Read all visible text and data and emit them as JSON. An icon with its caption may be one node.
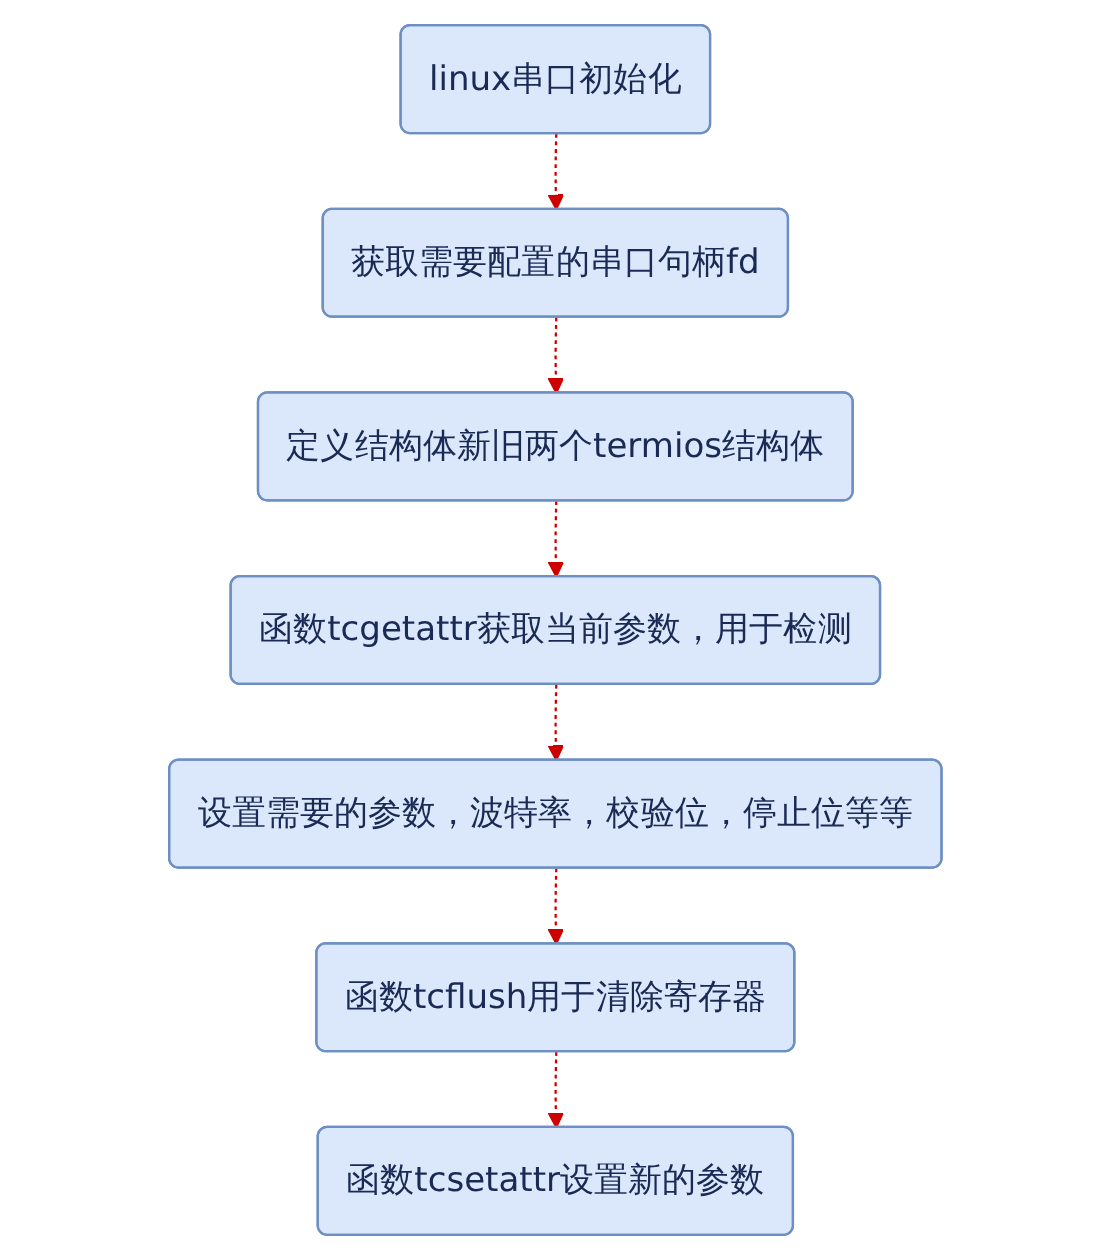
{
  "diagram": {
    "nodes": [
      {
        "text": [
          "linux串口初始化"
        ]
      },
      {
        "text": [
          "获取需要配置的串口句柄fd"
        ]
      },
      {
        "text": [
          "定义结构体新旧两个termios结构体"
        ]
      },
      {
        "text": [
          "函数tcgetattr获取当前参数，用于检测"
        ]
      },
      {
        "text": [
          "设置需要的参数，波特率，校验位，停止位等等"
        ]
      },
      {
        "text": [
          "函数tcflush用于清除寄存器"
        ]
      },
      {
        "text": [
          "函数tcsetattr设置新的参数"
        ]
      }
    ],
    "edges": [
      {
        "from": 0,
        "to": 1,
        "arrow": "to",
        "style": "dashed",
        "color": "#cc0000"
      },
      {
        "from": 1,
        "to": 2,
        "arrow": "to",
        "style": "dashed",
        "color": "#cc0000"
      },
      {
        "from": 2,
        "to": 3,
        "arrow": "to",
        "style": "dashed",
        "color": "#cc0000"
      },
      {
        "from": 3,
        "to": 4,
        "arrow": "to",
        "style": "dashed",
        "color": "#cc0000"
      },
      {
        "from": 4,
        "to": 5,
        "arrow": "to",
        "style": "dashed",
        "color": "#cc0000"
      },
      {
        "from": 5,
        "to": 6,
        "arrow": "to",
        "style": "dashed",
        "color": "#cc0000"
      }
    ]
  }
}
